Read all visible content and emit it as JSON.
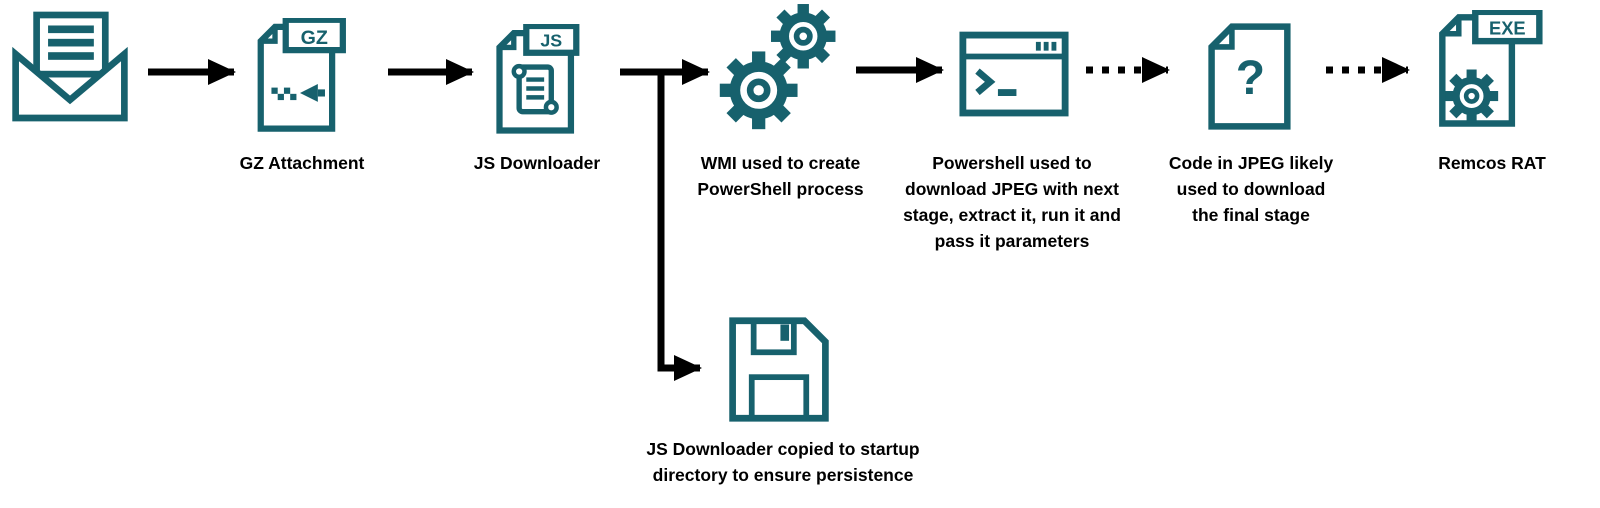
{
  "page": {
    "background": "#ffffff"
  },
  "colors": {
    "accent": "#17616d",
    "arrow": "#000000",
    "text": "#000000"
  },
  "nodes": {
    "email": {
      "icon": "open-email-icon",
      "label": ""
    },
    "gz": {
      "icon": "gz-file-icon",
      "label": "GZ Attachment",
      "badge": "GZ"
    },
    "js": {
      "icon": "js-file-icon",
      "label": "JS Downloader",
      "badge": "JS"
    },
    "wmi": {
      "icon": "gears-icon",
      "label": "WMI used to create PowerShell process"
    },
    "powershell": {
      "icon": "terminal-icon",
      "label": "Powershell used to download JPEG with next stage, extract it, run it and pass it parameters"
    },
    "jpeg": {
      "icon": "question-file-icon",
      "label": "Code in JPEG likely used to download the final stage",
      "badge": "?"
    },
    "remcos": {
      "icon": "exe-file-icon",
      "label": "Remcos RAT",
      "badge": "EXE"
    },
    "persistence": {
      "icon": "floppy-disk-icon",
      "label": "JS Downloader copied to startup directory to ensure persistence"
    }
  },
  "arrows": [
    {
      "from": "email",
      "to": "gz",
      "style": "solid"
    },
    {
      "from": "gz",
      "to": "js",
      "style": "solid"
    },
    {
      "from": "js",
      "to": "wmi",
      "style": "solid"
    },
    {
      "from": "js",
      "to": "persistence",
      "style": "solid-elbow"
    },
    {
      "from": "wmi",
      "to": "powershell",
      "style": "solid"
    },
    {
      "from": "powershell",
      "to": "jpeg",
      "style": "dashed"
    },
    {
      "from": "jpeg",
      "to": "remcos",
      "style": "dashed"
    }
  ]
}
